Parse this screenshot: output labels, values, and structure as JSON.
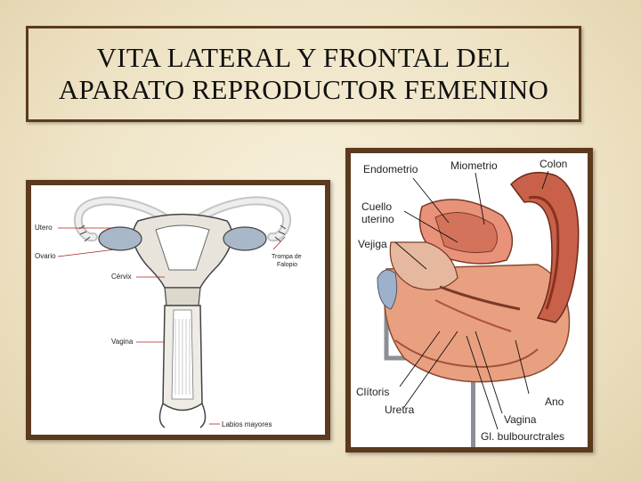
{
  "title": {
    "line1": "VITA LATERAL Y FRONTAL DEL",
    "line2": "APARATO REPRODUCTOR FEMENINO"
  },
  "left_diagram": {
    "labels": {
      "utero": "Utero",
      "ovario": "Ovario",
      "cervix": "Cérvix",
      "vagina": "Vagina",
      "trompa1": "Trompa de",
      "trompa2": "Falopio",
      "labios": "Labios mayores"
    }
  },
  "right_diagram": {
    "labels": {
      "endometrio": "Endometrio",
      "miometrio": "Miometrio",
      "colon": "Colon",
      "cuello1": "Cuello",
      "cuello2": "uterino",
      "vejiga": "Vejiga",
      "clitoris": "Clítoris",
      "uretra": "Uretra",
      "vagina": "Vagina",
      "ano": "Ano",
      "glandulas": "Gl. bulbourctrales"
    }
  }
}
